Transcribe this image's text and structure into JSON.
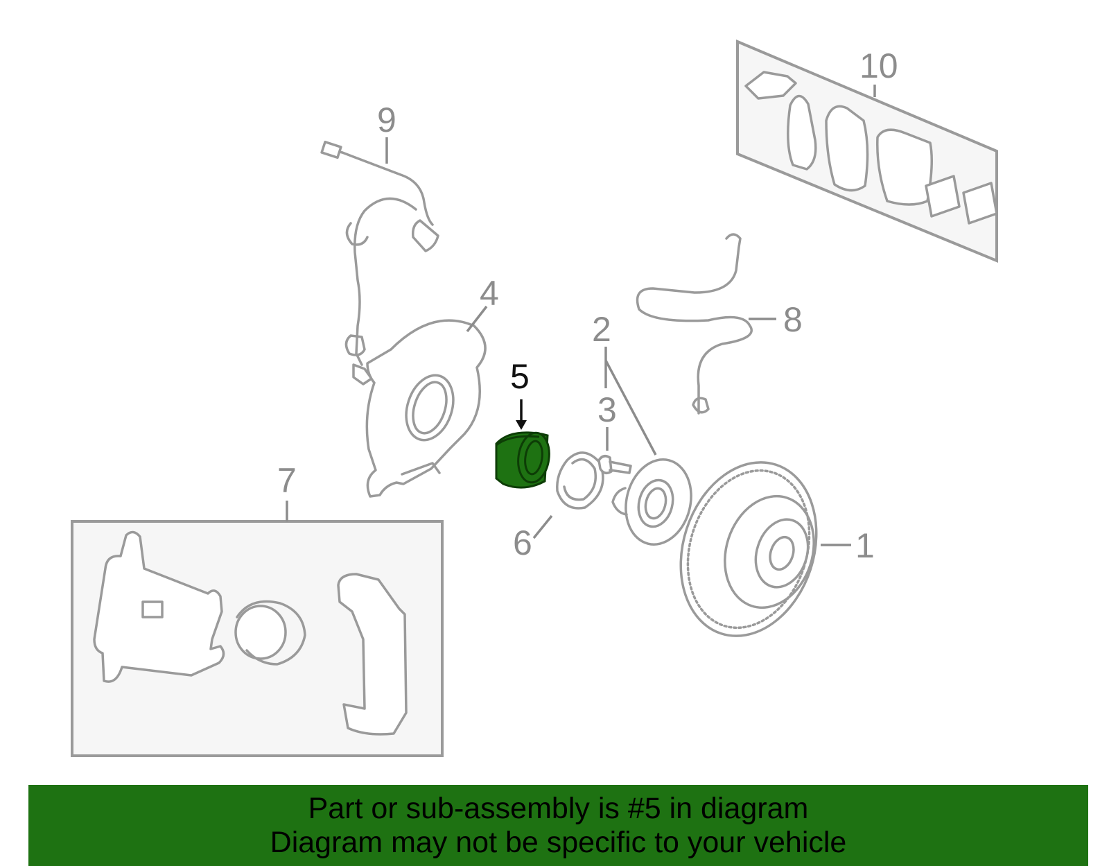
{
  "callouts": {
    "n1": "1",
    "n2": "2",
    "n3": "3",
    "n4": "4",
    "n5": "5",
    "n6": "6",
    "n7": "7",
    "n8": "8",
    "n9": "9",
    "n10": "10"
  },
  "highlight": {
    "part": "5",
    "color": "#1e7212"
  },
  "footer": {
    "line1": "Part or sub-assembly is #5 in diagram",
    "line2": "Diagram may not be specific to your vehicle",
    "background": "#1e7212"
  }
}
